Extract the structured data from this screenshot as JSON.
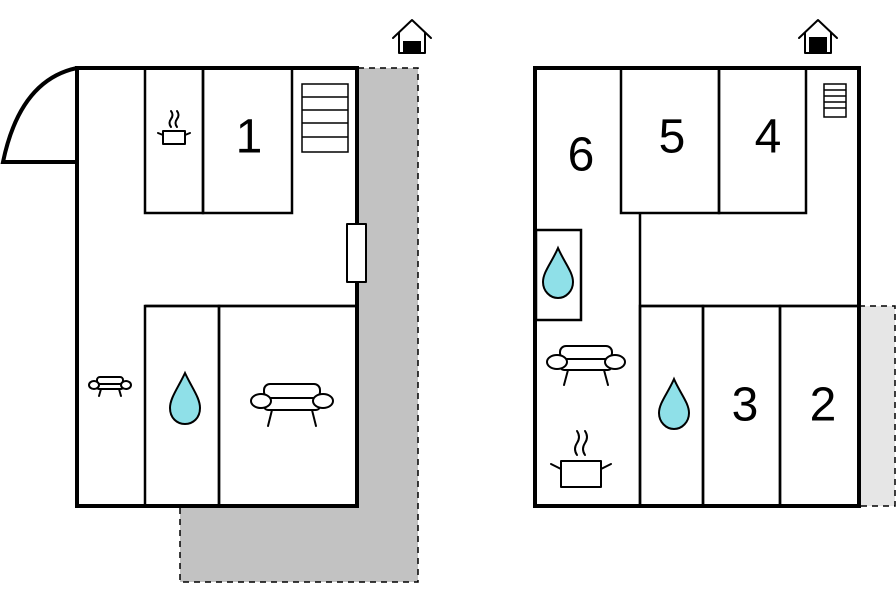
{
  "floors": [
    {
      "id": "ground-floor",
      "rooms": [
        {
          "id": "bedroom",
          "label": "1"
        }
      ]
    },
    {
      "id": "upper-floor",
      "rooms": [
        {
          "id": "bedroom",
          "label": "6"
        },
        {
          "id": "bedroom",
          "label": "5"
        },
        {
          "id": "bedroom",
          "label": "4"
        },
        {
          "id": "bedroom",
          "label": "3"
        },
        {
          "id": "bedroom",
          "label": "2"
        }
      ]
    }
  ],
  "icons": [
    "entrance-icon",
    "stairs-icon",
    "kitchen-icon",
    "bathroom-icon",
    "sofa-icon",
    "armchair-icon"
  ],
  "colors": {
    "water_drop": "#8fe0e8",
    "terrace_dark": "#c2c2c2",
    "terrace_light": "#e6e6e6",
    "walls": "#000000"
  }
}
